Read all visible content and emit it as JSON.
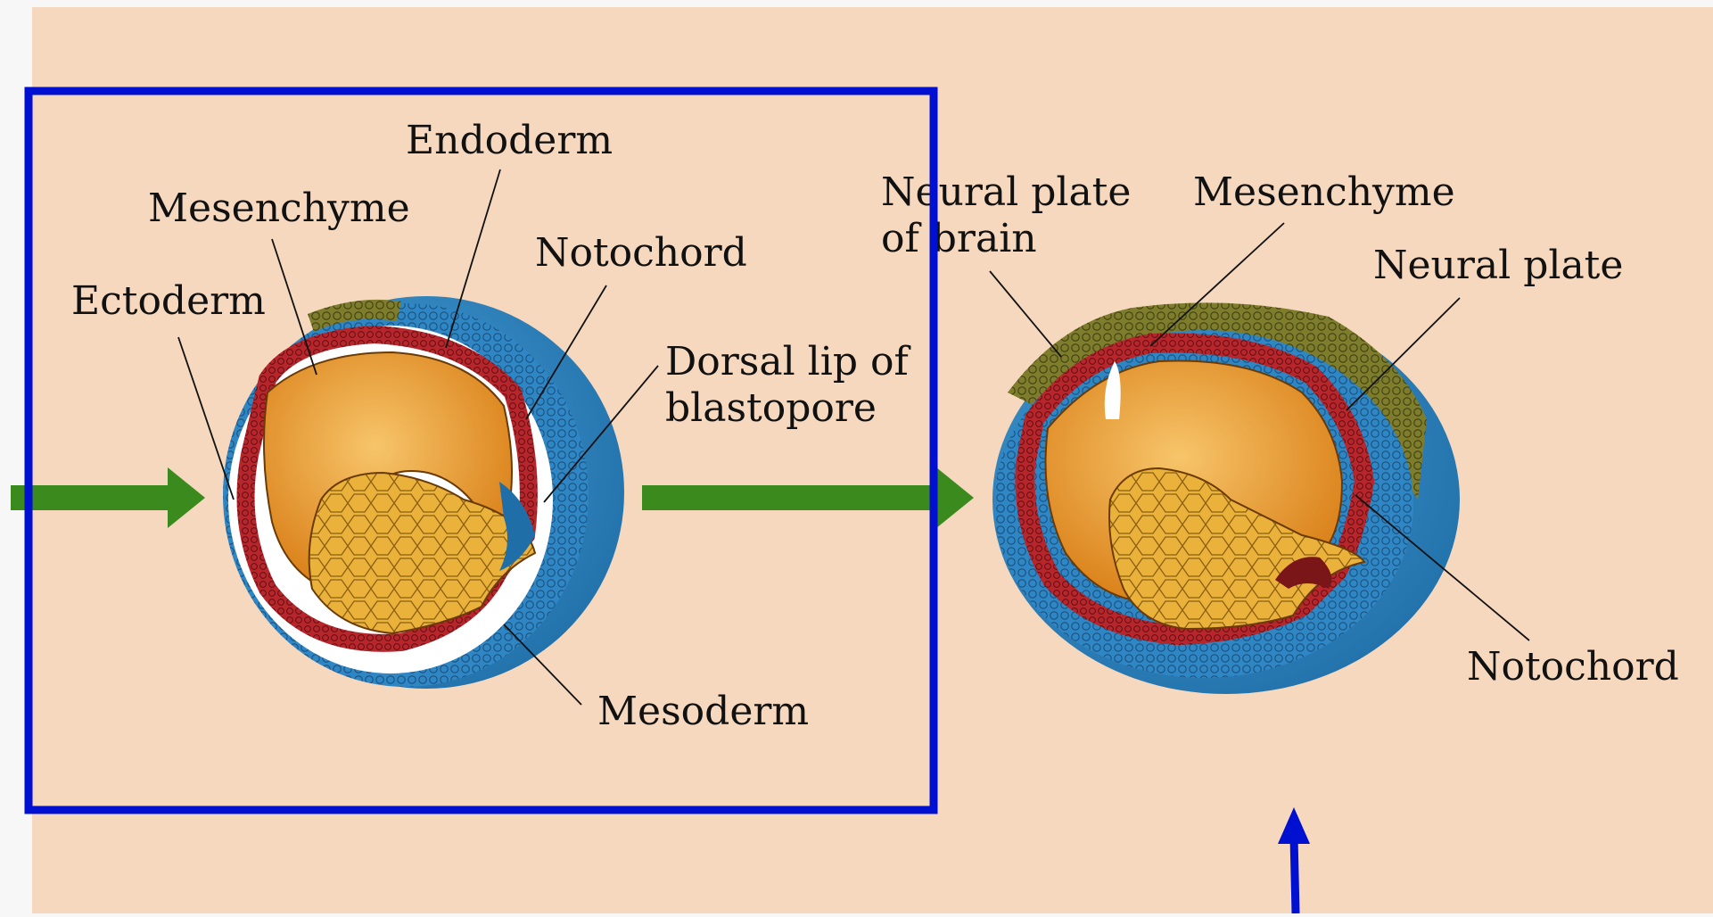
{
  "colors": {
    "background": "#f6d8bf",
    "frame": "#0010d0",
    "arrow_green": "#3a8a1e",
    "ectoderm_blue": "#2f86c4",
    "mesoderm_red": "#b8262c",
    "endoderm_orange": "#e99a28",
    "yolk_yellow": "#eab23a",
    "neural_olive": "#7e7d2c"
  },
  "left_embryo": {
    "labels": {
      "endoderm": "Endoderm",
      "mesenchyme": "Mesenchyme",
      "notochord": "Notochord",
      "ectoderm": "Ectoderm",
      "dorsal_lip_line1": "Dorsal lip of",
      "dorsal_lip_line2": "blastopore",
      "mesoderm": "Mesoderm"
    }
  },
  "right_embryo": {
    "labels": {
      "neural_plate_brain_line1": "Neural plate",
      "neural_plate_brain_line2": "of brain",
      "mesenchyme": "Mesenchyme",
      "neural_plate": "Neural plate",
      "notochord": "Notochord"
    }
  }
}
